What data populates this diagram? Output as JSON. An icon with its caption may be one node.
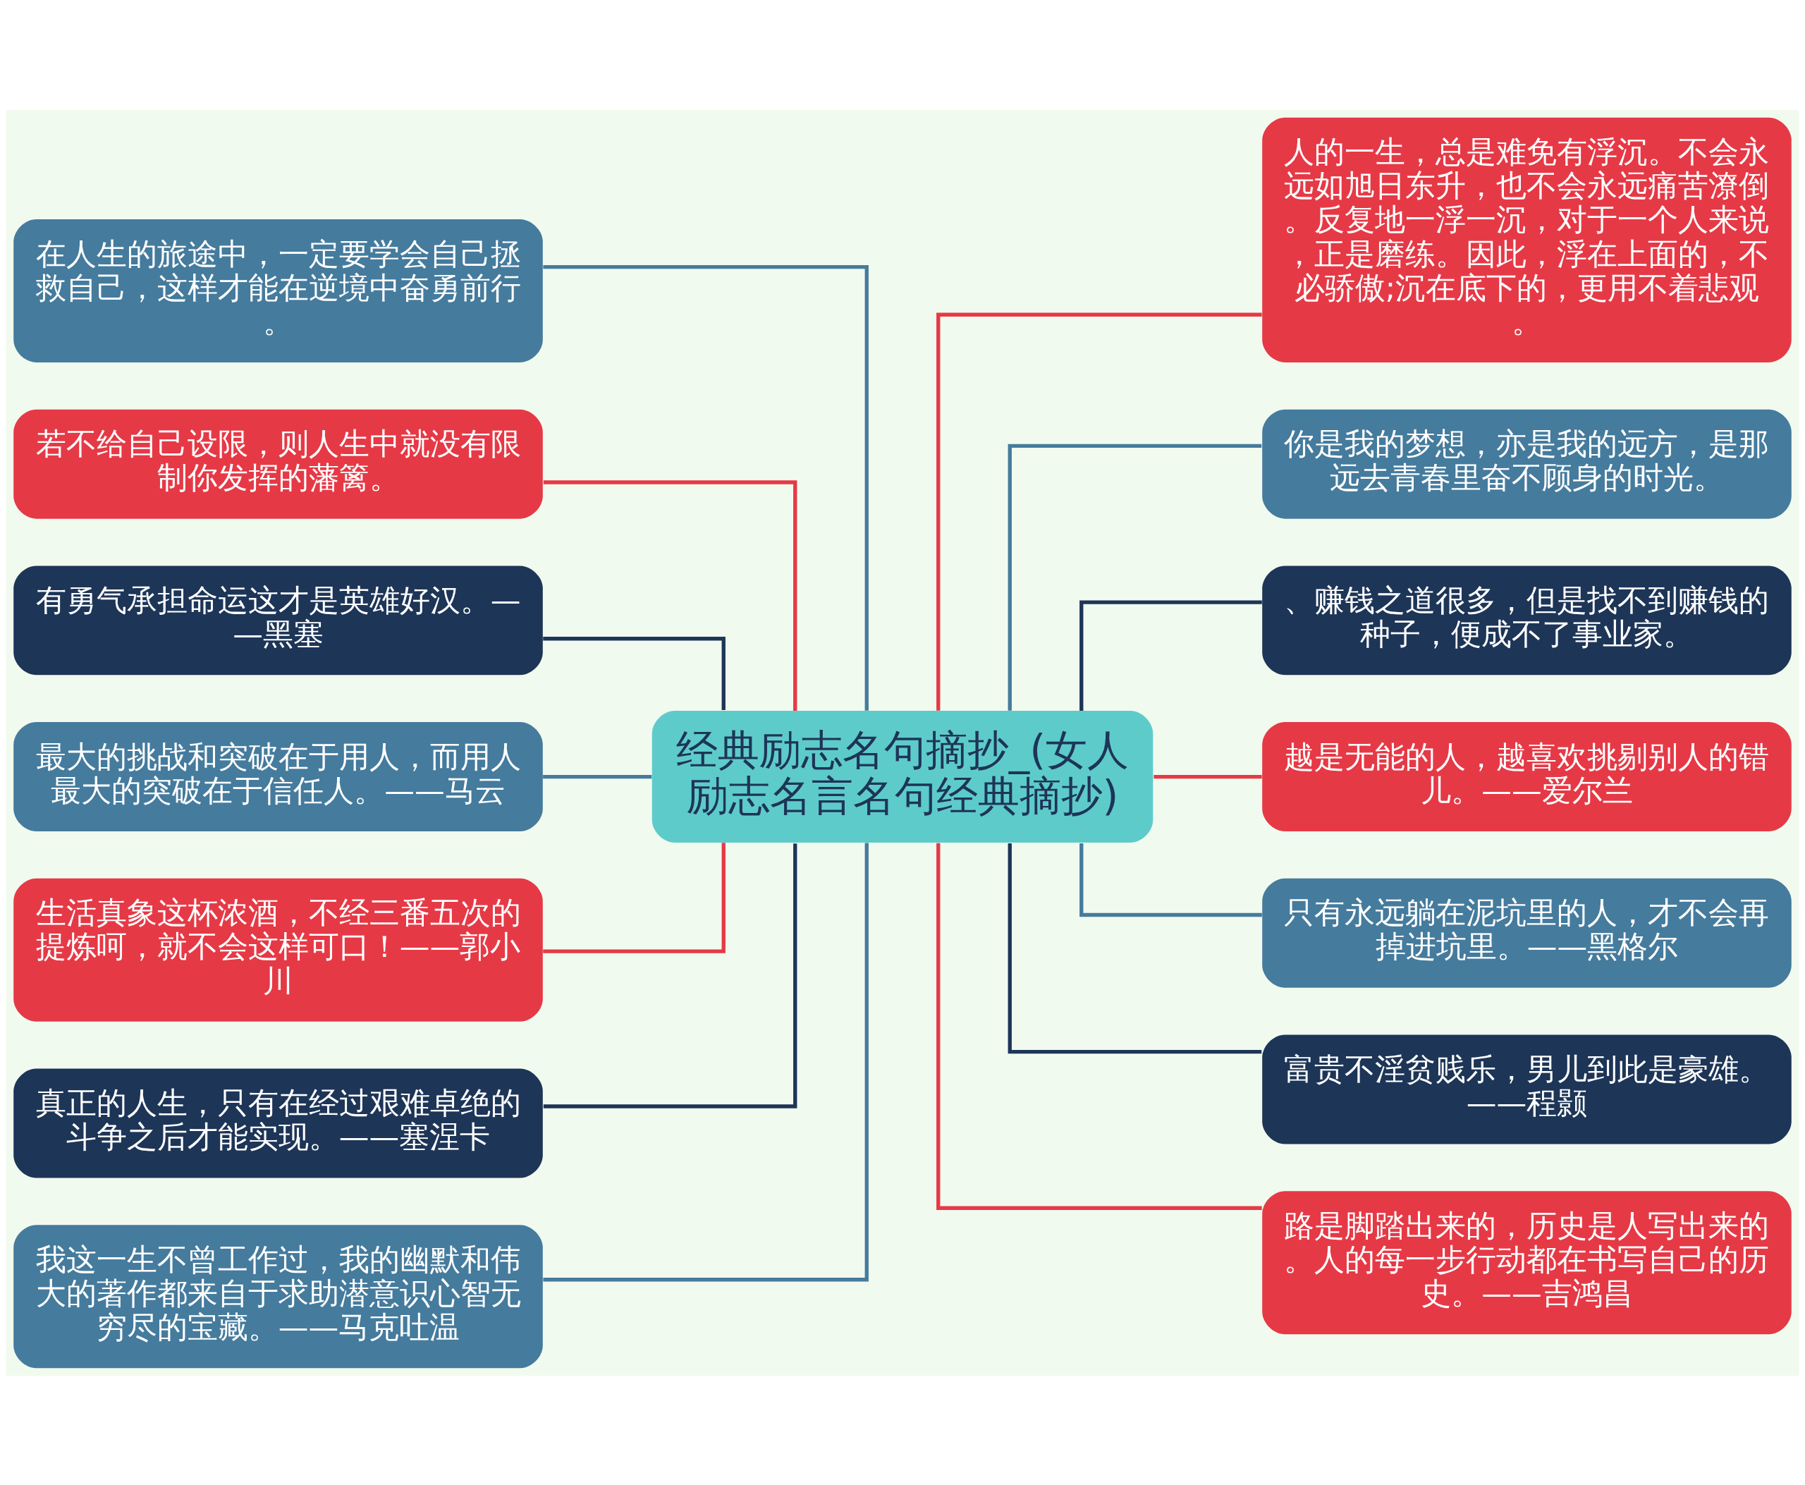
{
  "diagram": {
    "nodes": [
      {
        "text": [
          "经典励志名句摘抄_(女人励志名言名句经典摘抄)"
        ]
      },
      {
        "text": [
          "在人生的旅途中，一定要学会自己拯救自己，这样才能在逆境中奋勇前行。"
        ]
      },
      {
        "text": [
          "若不给自己设限，则人生中就没有限制你发挥的藩篱。"
        ]
      },
      {
        "text": [
          "有勇气承担命运这才是英雄好汉。——黑塞"
        ]
      },
      {
        "text": [
          "最大的挑战和突破在于用人，而用人最大的突破在于信任人。——马云"
        ]
      },
      {
        "text": [
          "生活真象这杯浓酒，不经三番五次的提炼呵，就不会这样可口！——郭小川"
        ]
      },
      {
        "text": [
          "真正的人生，只有在经过艰难卓绝的斗争之后才能实现。——塞涅卡"
        ]
      },
      {
        "text": [
          "我这一生不曾工作过，我的幽默和伟大的著作都来自于求助潜意识心智无穷尽的宝藏。——马克吐温"
        ]
      },
      {
        "text": [
          "人的一生，总是难免有浮沉。不会永远如旭日东升，也不会永远痛苦潦倒。反复地一浮一沉，对于一个人来说，正是磨练。因此，浮在上面的，不必骄傲;沉在底下的，更用不着悲观。"
        ]
      },
      {
        "text": [
          "你是我的梦想，亦是我的远方，是那远去青春里奋不顾身的时光。"
        ]
      },
      {
        "text": [
          "、赚钱之道很多，但是找不到赚钱的种子，便成不了事业家。"
        ]
      },
      {
        "text": [
          "越是无能的人，越喜欢挑剔别人的错儿。——爱尔兰"
        ]
      },
      {
        "text": [
          "只有永远躺在泥坑里的人，才不会再掉进坑里。——黑格尔"
        ]
      },
      {
        "text": [
          "富贵不淫贫贱乐，男儿到此是豪雄。——程颢"
        ]
      },
      {
        "text": [
          "路是脚踏出来的，历史是人写出来的。人的每一步行动都在书写自己的历史。——吉鸿昌"
        ]
      }
    ],
    "edges": [
      {
        "from": 1,
        "to": 0,
        "arrow": "none",
        "color": "#457b9d"
      },
      {
        "from": 2,
        "to": 0,
        "arrow": "none",
        "color": "#e63946"
      },
      {
        "from": 3,
        "to": 0,
        "arrow": "none",
        "color": "#1d3557"
      },
      {
        "from": 4,
        "to": 0,
        "arrow": "none",
        "color": "#457b9d"
      },
      {
        "from": 5,
        "to": 0,
        "arrow": "none",
        "color": "#e63946"
      },
      {
        "from": 6,
        "to": 0,
        "arrow": "none",
        "color": "#1d3557"
      },
      {
        "from": 7,
        "to": 0,
        "arrow": "none",
        "color": "#457b9d"
      },
      {
        "from": 0,
        "to": 8,
        "arrow": "none",
        "color": "#e63946"
      },
      {
        "from": 0,
        "to": 9,
        "arrow": "none",
        "color": "#457b9d"
      },
      {
        "from": 0,
        "to": 10,
        "arrow": "none",
        "color": "#1d3557"
      },
      {
        "from": 0,
        "to": 11,
        "arrow": "none",
        "color": "#e63946"
      },
      {
        "from": 0,
        "to": 12,
        "arrow": "none",
        "color": "#457b9d"
      },
      {
        "from": 0,
        "to": 13,
        "arrow": "none",
        "color": "#1d3557"
      },
      {
        "from": 0,
        "to": 14,
        "arrow": "none",
        "color": "#e63946"
      }
    ]
  }
}
